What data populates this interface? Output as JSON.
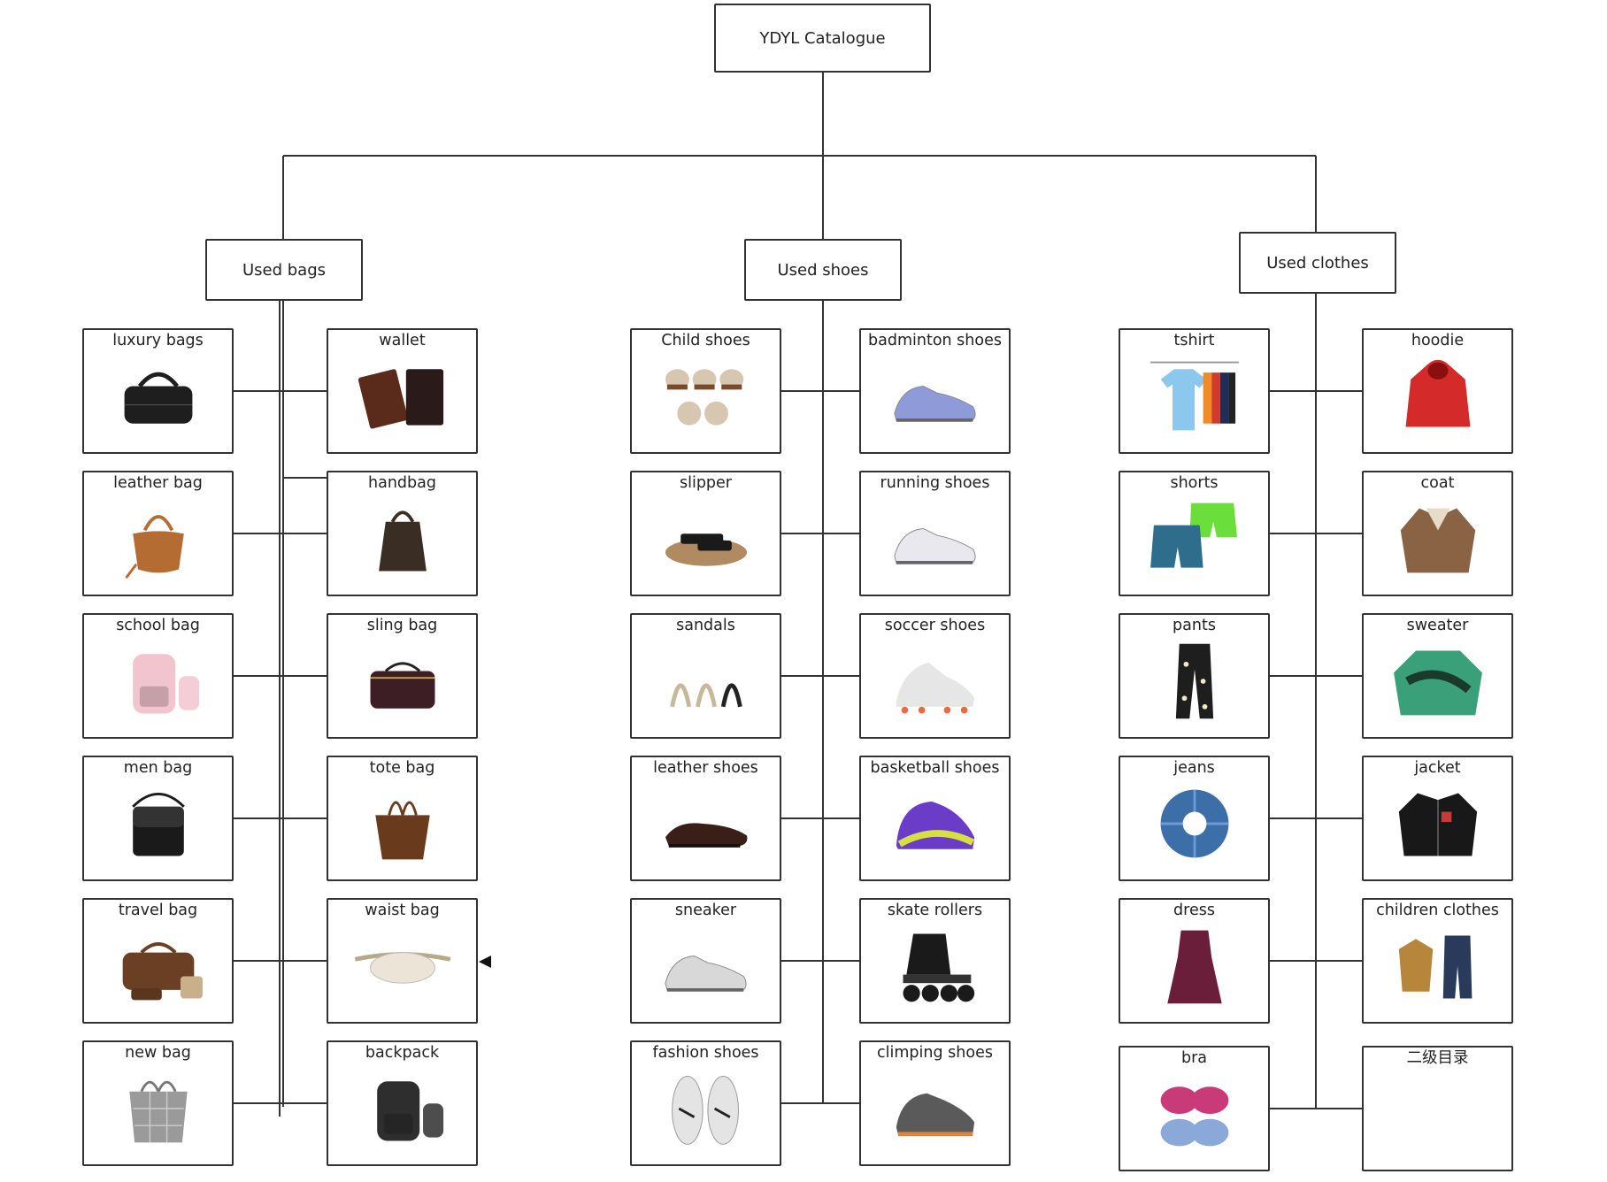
{
  "root": {
    "label": "YDYL Catalogue"
  },
  "categories": [
    {
      "label": "Used bags",
      "items": [
        {
          "label": "luxury bags",
          "icon": "duffel-bag-icon",
          "color": "#1e1e1e"
        },
        {
          "label": "wallet",
          "icon": "wallet-icon",
          "color": "#5a2a1a"
        },
        {
          "label": "leather bag",
          "icon": "hobo-bag-icon",
          "color": "#b46c32"
        },
        {
          "label": "handbag",
          "icon": "handbag-icon",
          "color": "#3a2e24"
        },
        {
          "label": "school bag",
          "icon": "backpack-icon",
          "color": "#f2c4cf"
        },
        {
          "label": "sling bag",
          "icon": "box-bag-icon",
          "color": "#3c1e24"
        },
        {
          "label": "men bag",
          "icon": "messenger-bag-icon",
          "color": "#1a1a1a"
        },
        {
          "label": "tote bag",
          "icon": "tote-bag-icon",
          "color": "#6a3a1c"
        },
        {
          "label": "travel bag",
          "icon": "travel-bag-icon",
          "color": "#6b3f24"
        },
        {
          "label": "waist  bag",
          "icon": "waist-bag-icon",
          "color": "#ece4d6"
        },
        {
          "label": "new bag",
          "icon": "puffer-bag-icon",
          "color": "#9a9a9a"
        },
        {
          "label": "backpack",
          "icon": "backpack-icon",
          "color": "#2e2e2e"
        }
      ]
    },
    {
      "label": "Used shoes",
      "items": [
        {
          "label": "Child shoes",
          "icon": "baby-shoes-icon",
          "color": "#d8c7b0"
        },
        {
          "label": "badminton shoes",
          "icon": "sport-shoe-icon",
          "color": "#8f9ad8"
        },
        {
          "label": "slipper",
          "icon": "slipper-icon",
          "color": "#1a1a1a"
        },
        {
          "label": "running shoes",
          "icon": "running-shoe-icon",
          "color": "#e8e8ee"
        },
        {
          "label": "sandals",
          "icon": "sandal-icon",
          "color": "#c8b89a"
        },
        {
          "label": "soccer shoes",
          "icon": "soccer-cleat-icon",
          "color": "#e96a3c"
        },
        {
          "label": "leather shoes",
          "icon": "dress-shoe-icon",
          "color": "#3a1f18"
        },
        {
          "label": "basketball shoes",
          "icon": "basketball-shoe-icon",
          "color": "#6a3cc8"
        },
        {
          "label": "sneaker",
          "icon": "sneaker-icon",
          "color": "#d8d8d8"
        },
        {
          "label": "skate rollers",
          "icon": "inline-skate-icon",
          "color": "#1a1a1a"
        },
        {
          "label": "fashion shoes",
          "icon": "fashion-sneaker-icon",
          "color": "#e4e4e4"
        },
        {
          "label": "climping shoes",
          "icon": "hiking-shoe-icon",
          "color": "#5a5a5a"
        }
      ]
    },
    {
      "label": "Used clothes",
      "items": [
        {
          "label": "tshirt",
          "icon": "tshirt-icon",
          "color": "#8cc8ee"
        },
        {
          "label": "hoodie",
          "icon": "hoodie-icon",
          "color": "#d42a2a"
        },
        {
          "label": "shorts",
          "icon": "shorts-icon",
          "color": "#2e6e8c"
        },
        {
          "label": "coat",
          "icon": "coat-icon",
          "color": "#8a6244"
        },
        {
          "label": "pants",
          "icon": "pants-icon",
          "color": "#1e1e1e"
        },
        {
          "label": "sweater",
          "icon": "sweater-icon",
          "color": "#3aa07a"
        },
        {
          "label": "jeans",
          "icon": "jeans-icon",
          "color": "#3c6ea8"
        },
        {
          "label": "jacket",
          "icon": "jacket-icon",
          "color": "#181818"
        },
        {
          "label": "dress",
          "icon": "dress-icon",
          "color": "#6a1e3a"
        },
        {
          "label": "children clothes",
          "icon": "kids-clothes-icon",
          "color": "#b8863a"
        },
        {
          "label": "bra",
          "icon": "bra-icon",
          "color": "#c83a78"
        },
        {
          "label": "二级目录",
          "icon": "",
          "color": ""
        }
      ]
    }
  ]
}
